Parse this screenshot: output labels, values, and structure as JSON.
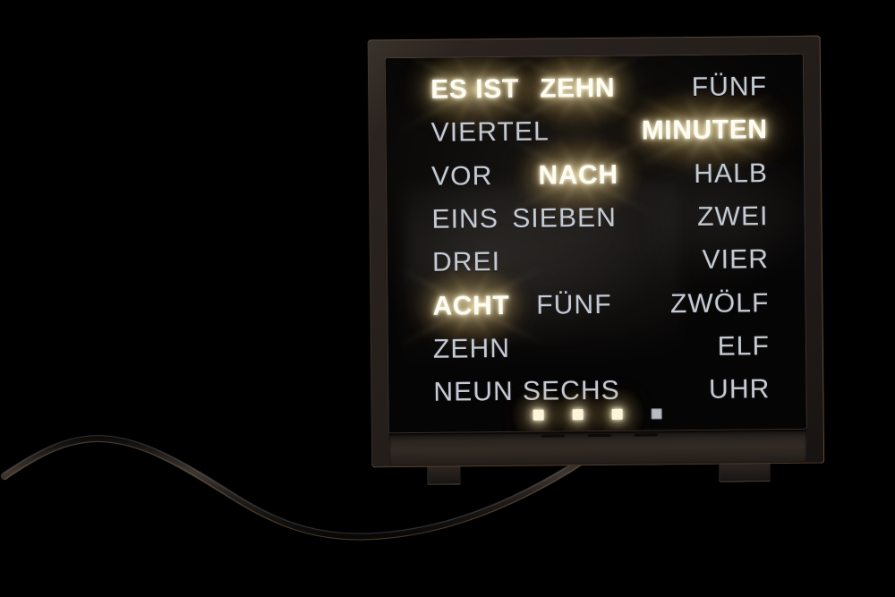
{
  "device": {
    "name": "word-clock",
    "type": "German word clock (Wortuhr) LED display",
    "frame_color": "#2a231f",
    "glass_color": "#070606",
    "lit_color": "#fffdf2",
    "unlit_color": "#c5cad3",
    "glow_color": "#e8c888",
    "background_color": "#000000"
  },
  "display": {
    "reads": "ES IST ZEHN MINUTEN NACH ACHT",
    "time": "8:10",
    "rows": [
      {
        "index": 0,
        "words": [
          {
            "text": "ES IST",
            "col": "left",
            "lit": true
          },
          {
            "text": "ZEHN",
            "col": "center",
            "lit": true
          },
          {
            "text": "FÜNF",
            "col": "right",
            "lit": false
          }
        ]
      },
      {
        "index": 1,
        "words": [
          {
            "text": "VIERTEL",
            "col": "left",
            "lit": false
          },
          {
            "text": "MINUTEN",
            "col": "right",
            "lit": true
          }
        ]
      },
      {
        "index": 2,
        "words": [
          {
            "text": "VOR",
            "col": "left",
            "lit": false
          },
          {
            "text": "NACH",
            "col": "center",
            "lit": true
          },
          {
            "text": "HALB",
            "col": "right",
            "lit": false
          }
        ]
      },
      {
        "index": 3,
        "words": [
          {
            "text": "EINS",
            "col": "left",
            "lit": false
          },
          {
            "text": "SIEBEN",
            "col": "center",
            "lit": false
          },
          {
            "text": "ZWEI",
            "col": "right",
            "lit": false
          }
        ]
      },
      {
        "index": 4,
        "words": [
          {
            "text": "DREI",
            "col": "left",
            "lit": false
          },
          {
            "text": "VIER",
            "col": "right",
            "lit": false
          }
        ]
      },
      {
        "index": 5,
        "words": [
          {
            "text": "ACHT",
            "col": "left",
            "lit": true
          },
          {
            "text": "FÜNF",
            "col": "center",
            "lit": false
          },
          {
            "text": "ZWÖLF",
            "col": "right",
            "lit": false
          }
        ]
      },
      {
        "index": 6,
        "words": [
          {
            "text": "ZEHN",
            "col": "left",
            "lit": false
          },
          {
            "text": "ELF",
            "col": "right",
            "lit": false
          }
        ]
      },
      {
        "index": 7,
        "words": [
          {
            "text": "NEUN",
            "col": "left",
            "lit": false
          },
          {
            "text": "SECHS",
            "col": "center",
            "lit": false
          },
          {
            "text": "UHR",
            "col": "right",
            "lit": false
          }
        ]
      }
    ],
    "minute_dots": [
      {
        "index": 0,
        "lit": true
      },
      {
        "index": 1,
        "lit": true
      },
      {
        "index": 2,
        "lit": true
      },
      {
        "index": 3,
        "lit": false
      }
    ]
  },
  "hardware": {
    "feet": [
      {
        "name": "left-foot"
      },
      {
        "name": "right-foot"
      }
    ],
    "power_cable": {
      "name": "power-cable",
      "color": "#1a1715"
    }
  }
}
